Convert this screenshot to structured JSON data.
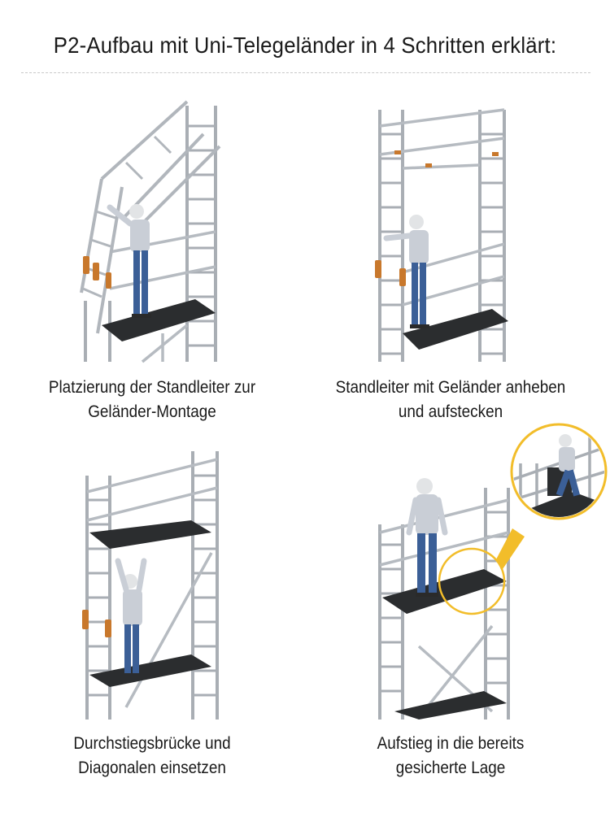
{
  "title": "P2-Aufbau mit Uni-Telegeländer in 4 Schritten erklärt:",
  "steps": [
    {
      "caption_line1": "Platzierung der Standleiter zur",
      "caption_line2": "Geländer-Montage"
    },
    {
      "caption_line1": "Standleiter mit Geländer anheben",
      "caption_line2": "und aufstecken"
    },
    {
      "caption_line1": "Durchstiegsbrücke und",
      "caption_line2": "Diagonalen einsetzen"
    },
    {
      "caption_line1": "Aufstieg in die bereits",
      "caption_line2": "gesicherte Lage"
    }
  ],
  "colors": {
    "frame": "#b9bec4",
    "frame_dark": "#8e949a",
    "deck": "#2b2d2f",
    "shirt": "#c9ced6",
    "jeans": "#3b5f97",
    "helmet": "#e2e4e6",
    "bracket": "#c8782c",
    "callout": "#f2bd2a"
  }
}
